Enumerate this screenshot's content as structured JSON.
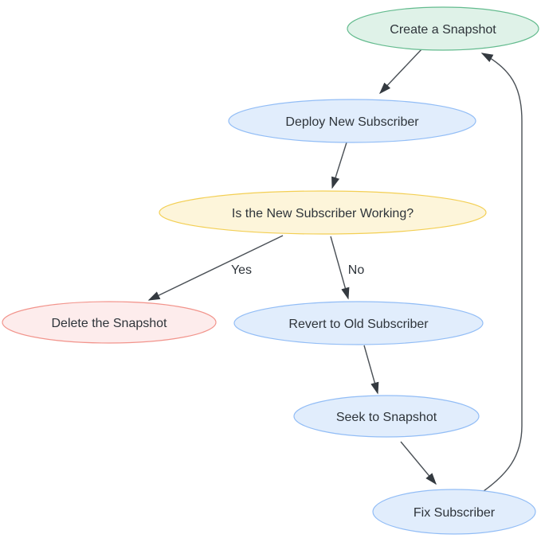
{
  "diagram": {
    "type": "flowchart",
    "nodes": [
      {
        "id": "create-snapshot",
        "label": "Create a Snapshot",
        "fill": "#dff2e8",
        "stroke": "#63bb8e"
      },
      {
        "id": "deploy-new-subscriber",
        "label": "Deploy New Subscriber",
        "fill": "#e1edfc",
        "stroke": "#92bdf6"
      },
      {
        "id": "is-new-subscriber-working",
        "label": "Is the New Subscriber Working?",
        "fill": "#fdf5da",
        "stroke": "#f3cf54"
      },
      {
        "id": "delete-the-snapshot",
        "label": "Delete the Snapshot",
        "fill": "#fdecec",
        "stroke": "#f2948c"
      },
      {
        "id": "revert-to-old-subscriber",
        "label": "Revert to Old Subscriber",
        "fill": "#e1edfc",
        "stroke": "#92bdf6"
      },
      {
        "id": "seek-to-snapshot",
        "label": "Seek to Snapshot",
        "fill": "#e1edfc",
        "stroke": "#92bdf6"
      },
      {
        "id": "fix-subscriber",
        "label": "Fix Subscriber",
        "fill": "#e1edfc",
        "stroke": "#92bdf6"
      }
    ],
    "edge_labels": {
      "yes": "Yes",
      "no": "No"
    },
    "edges": [
      {
        "from": "create-snapshot",
        "to": "deploy-new-subscriber",
        "label": ""
      },
      {
        "from": "deploy-new-subscriber",
        "to": "is-new-subscriber-working",
        "label": ""
      },
      {
        "from": "is-new-subscriber-working",
        "to": "delete-the-snapshot",
        "label": "Yes"
      },
      {
        "from": "is-new-subscriber-working",
        "to": "revert-to-old-subscriber",
        "label": "No"
      },
      {
        "from": "revert-to-old-subscriber",
        "to": "seek-to-snapshot",
        "label": ""
      },
      {
        "from": "seek-to-snapshot",
        "to": "fix-subscriber",
        "label": ""
      },
      {
        "from": "fix-subscriber",
        "to": "create-snapshot",
        "label": ""
      }
    ],
    "colors": {
      "edge": "#4a5056",
      "arrow": "#343a40",
      "text": "#2e343a",
      "background": "#ffffff"
    }
  }
}
